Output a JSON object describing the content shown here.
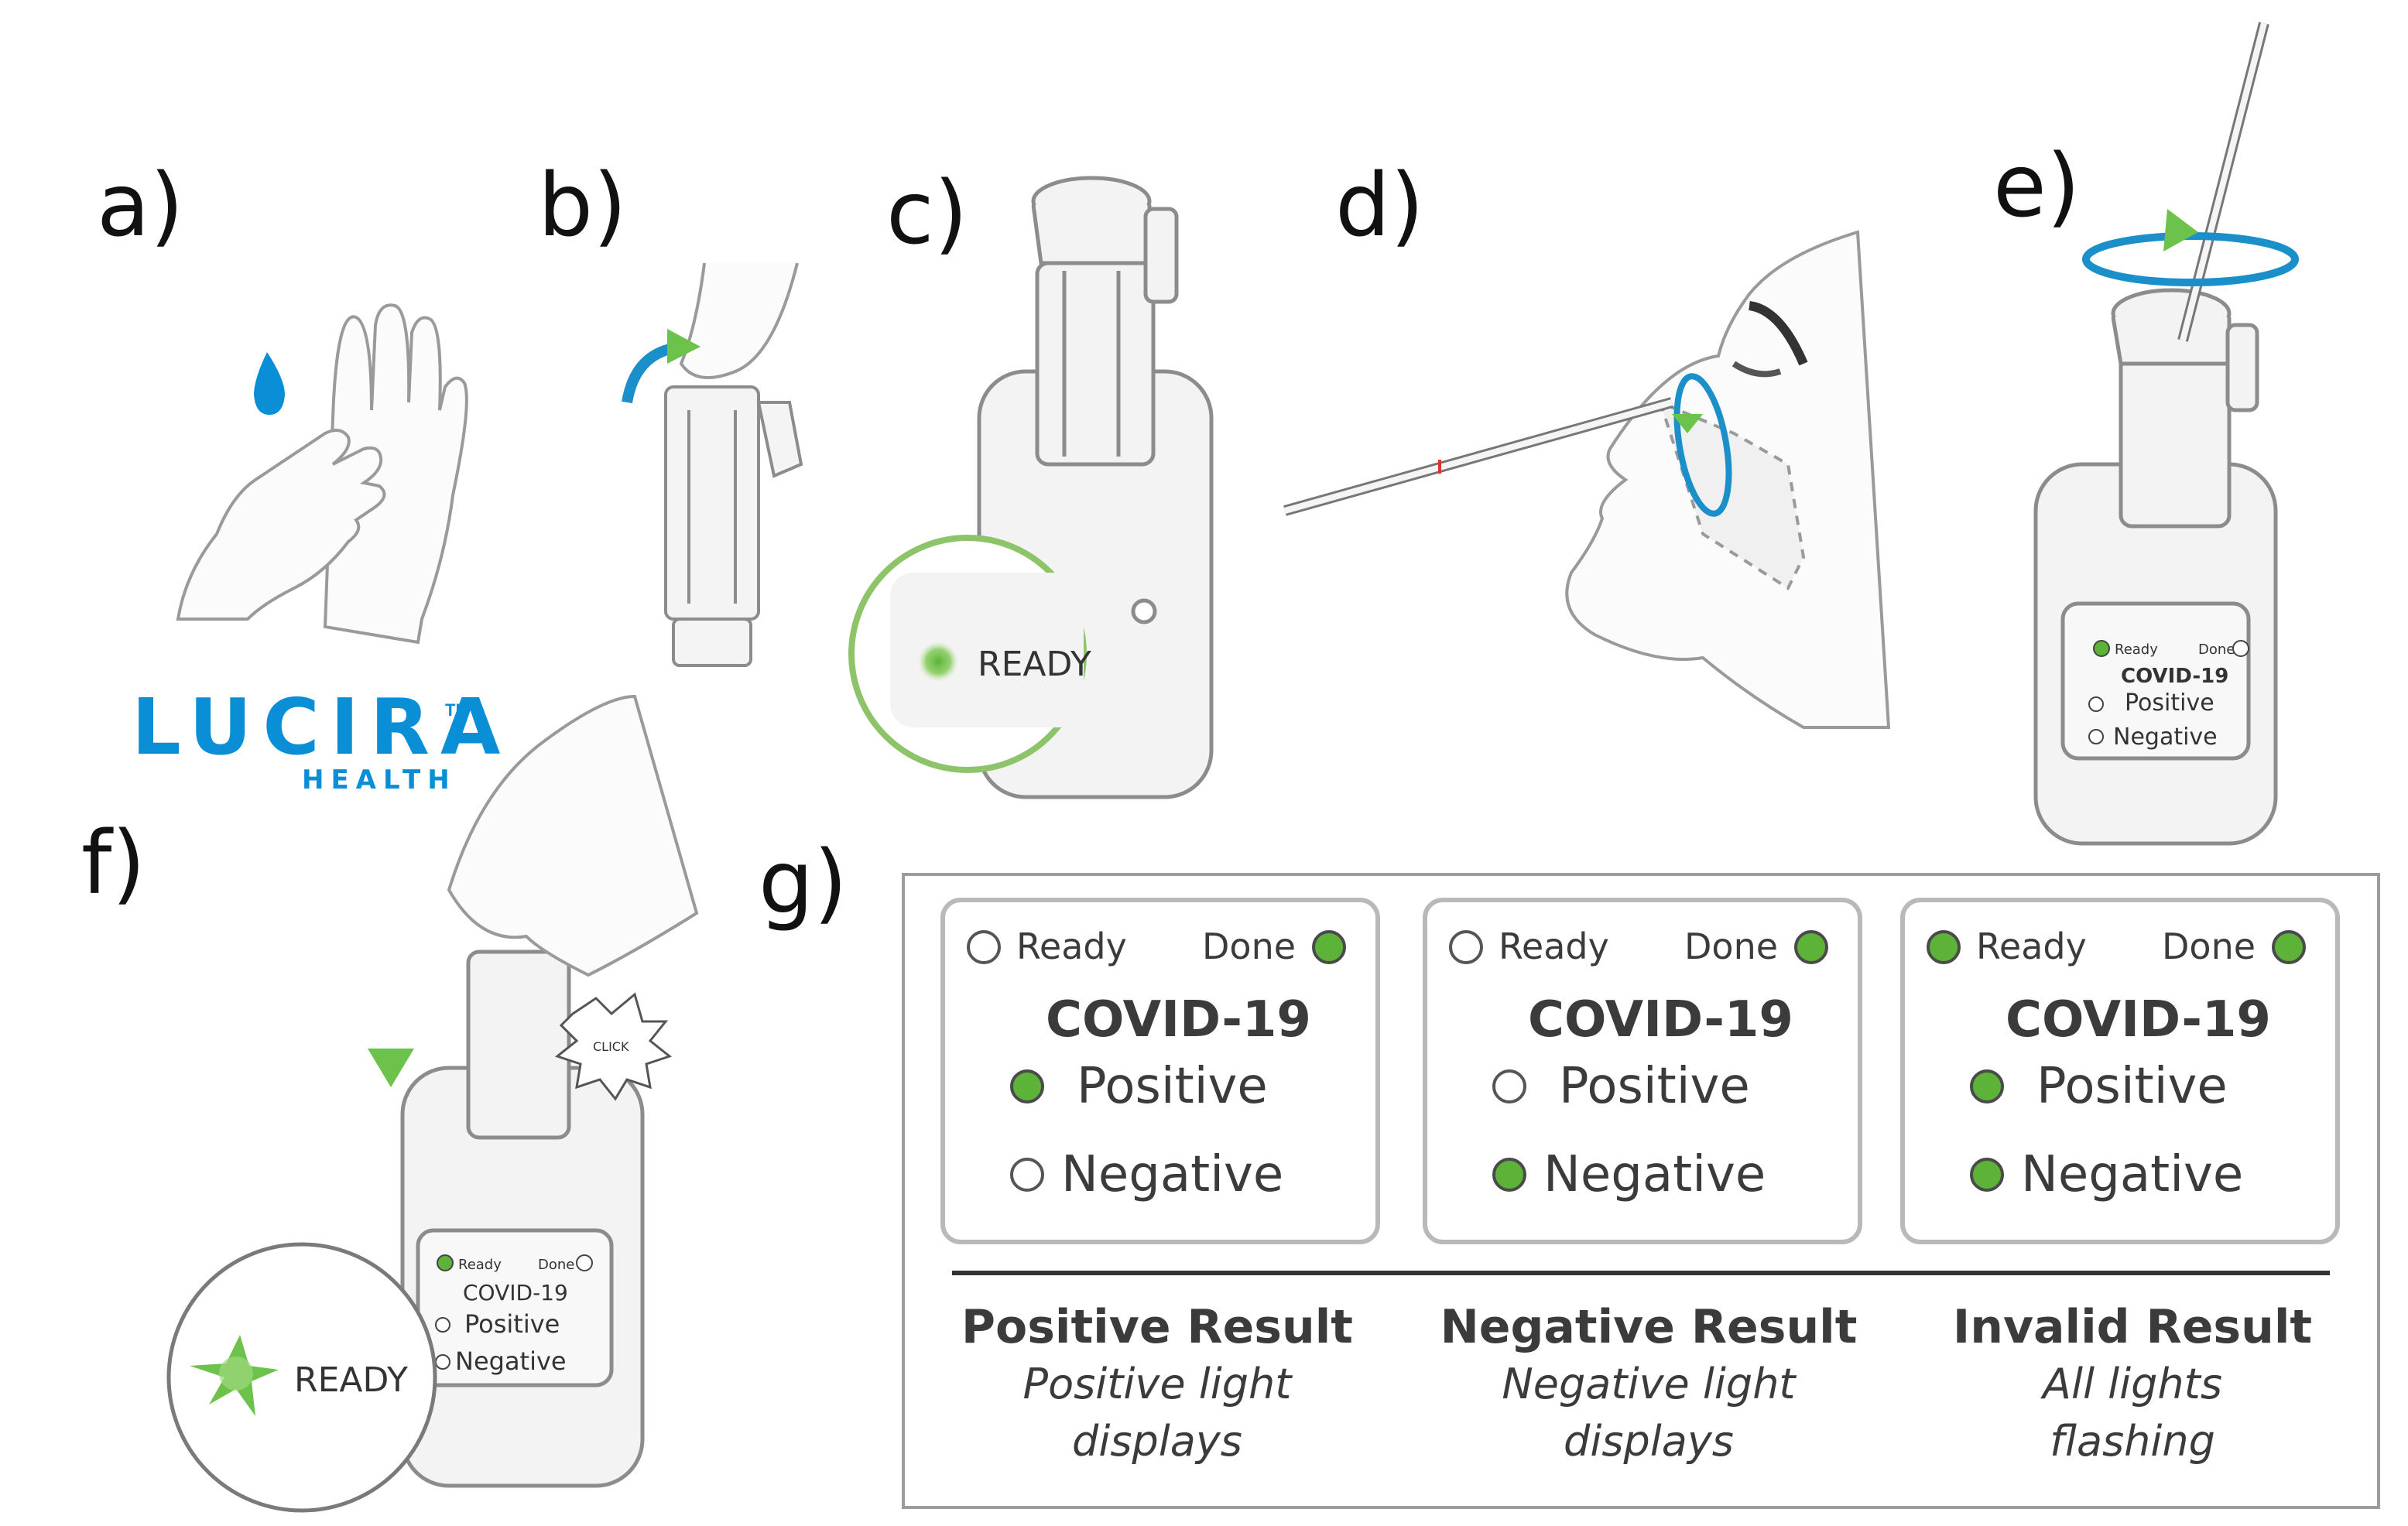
{
  "panel_labels": [
    "a)",
    "b)",
    "c)",
    "d)",
    "e)",
    "f)",
    "g)"
  ],
  "logo": {
    "name": "LUCIRA",
    "trademark": "TM",
    "subtitle": "HEALTH"
  },
  "device_c": {
    "status": "READY"
  },
  "device_e": {
    "ready": "Ready",
    "done": "Done",
    "title": "COVID-19",
    "positive": "Positive",
    "negative": "Negative"
  },
  "device_f": {
    "ready": "Ready",
    "done": "Done",
    "title": "COVID-19",
    "positive": "Positive",
    "negative": "Negative",
    "status": "READY",
    "click": "CLICK"
  },
  "colors": {
    "accent_blue": "#0a8fd6",
    "led_green": "#5cb338",
    "arrow_green": "#6cc24a"
  },
  "results": [
    {
      "ready_label": "Ready",
      "done_label": "Done",
      "title": "COVID-19",
      "positive_label": "Positive",
      "negative_label": "Negative",
      "ready_on": false,
      "done_on": true,
      "positive_on": true,
      "negative_on": false,
      "caption_title": "Positive Result",
      "caption_line1": "Positive light",
      "caption_line2": "displays"
    },
    {
      "ready_label": "Ready",
      "done_label": "Done",
      "title": "COVID-19",
      "positive_label": "Positive",
      "negative_label": "Negative",
      "ready_on": false,
      "done_on": true,
      "positive_on": false,
      "negative_on": true,
      "caption_title": "Negative Result",
      "caption_line1": "Negative light",
      "caption_line2": "displays"
    },
    {
      "ready_label": "Ready",
      "done_label": "Done",
      "title": "COVID-19",
      "positive_label": "Positive",
      "negative_label": "Negative",
      "ready_on": true,
      "done_on": true,
      "positive_on": true,
      "negative_on": true,
      "caption_title": "Invalid Result",
      "caption_line1": "All lights",
      "caption_line2": "flashing"
    }
  ]
}
